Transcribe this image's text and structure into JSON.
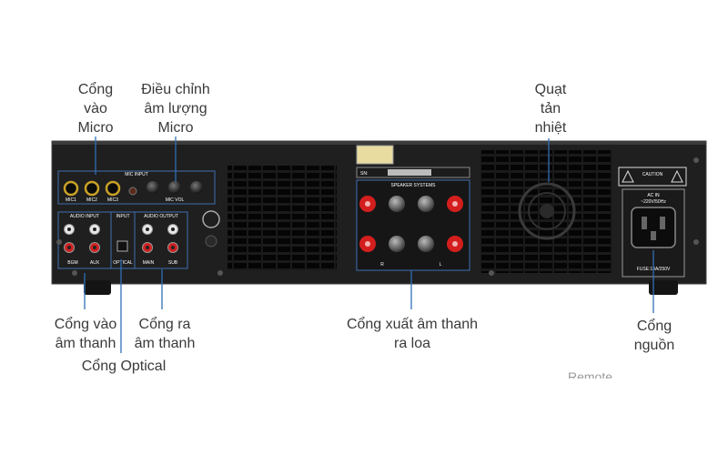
{
  "callouts": {
    "mic_input": [
      "Cổng",
      "vào",
      "Micro"
    ],
    "mic_volume": [
      "Điều chỉnh",
      "âm lượng",
      "Micro"
    ],
    "cooling_fan": [
      "Quạt",
      "tản",
      "nhiệt"
    ],
    "audio_input": [
      "Cổng vào",
      "âm thanh"
    ],
    "audio_output": [
      "Cổng ra",
      "âm thanh"
    ],
    "optical": [
      "Cổng Optical"
    ],
    "speaker_output": [
      "Cổng xuất âm thanh",
      "ra loa"
    ],
    "power": [
      "Cổng",
      "nguồn"
    ],
    "cutoff_text": "Remote"
  },
  "panel_labels": {
    "mic_input": "MIC INPUT",
    "mic1": "MIC1",
    "mic2": "MIC2",
    "mic3": "MIC3",
    "mic_vol": "MIC VOL",
    "audio_input": "AUDIO INPUT",
    "input": "INPUT",
    "audio_output": "AUDIO OUTPUT",
    "bgm": "BGM",
    "aux": "AUX",
    "optical": "OPTICAL",
    "main": "MAIN",
    "sub": "SUB",
    "sn": "SN:",
    "speaker_systems": "SPEAKER SYSTEMS",
    "caution": "CAUTION",
    "ac_in": "AC IN",
    "voltage": "~220V/50Hz",
    "fuse": "FUSE:10A/250V",
    "r": "R",
    "l": "L"
  },
  "colors": {
    "callout_text": "#3a3a3a",
    "leader_line": "#2f6fb5",
    "chassis": "#1e1e1e"
  }
}
